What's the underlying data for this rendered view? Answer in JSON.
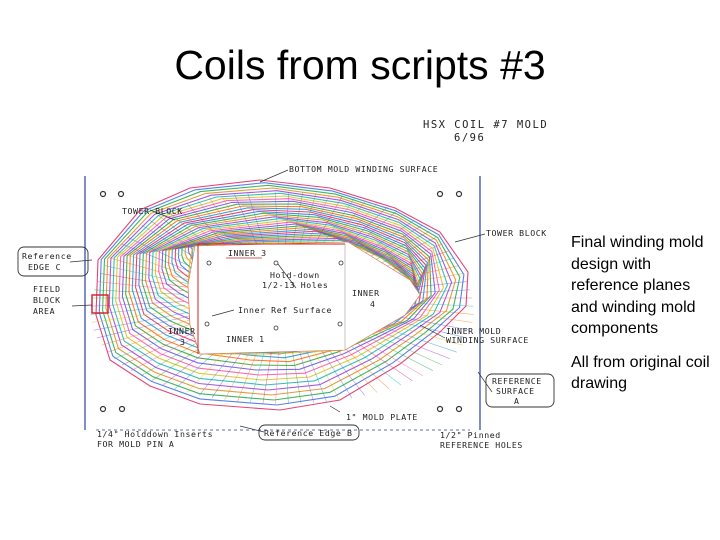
{
  "slide": {
    "title": "Coils from scripts #3",
    "notes": [
      "Final winding mold design with reference planes and winding mold components",
      "All from original coil drawing"
    ]
  },
  "drawing": {
    "header_line1": "HSX COIL #7 MOLD",
    "header_line2": "6/96",
    "labels": {
      "bottom_surface": "BOTTOM MOLD WINDING SURFACE",
      "tower_left": "TOWER BLOCK",
      "tower_right": "TOWER BLOCK",
      "ref_edge_1": "Reference",
      "ref_edge_2": "EDGE C",
      "field_1": "FIELD",
      "field_2": "BLOCK",
      "field_3": "AREA",
      "inner3_top": "INNER 3",
      "holddown_1": "Hold-down",
      "holddown_2": "1/2-13 Holes",
      "inner4_1": "INNER",
      "inner4_2": "4",
      "inner_ref_surface": "Inner Ref Surface",
      "inner3_left_1": "INNER",
      "inner3_left_2": "3",
      "inner1": "INNER 1",
      "inner_mold_1": "INNER MOLD",
      "inner_mold_2": "WINDING SURFACE",
      "ref_surface_1": "REFERENCE",
      "ref_surface_2": "SURFACE",
      "ref_surface_3": "A",
      "mold_plate": "1\" MOLD PLATE",
      "holddown_inserts_1": "1/4\" Holddown Inserts",
      "holddown_inserts_2": "FOR MOLD PIN A",
      "ref_edge_b": "Reference Edge B",
      "pinned_1": "1/2\" Pinned",
      "pinned_2": "REFERENCE HOLES"
    }
  }
}
